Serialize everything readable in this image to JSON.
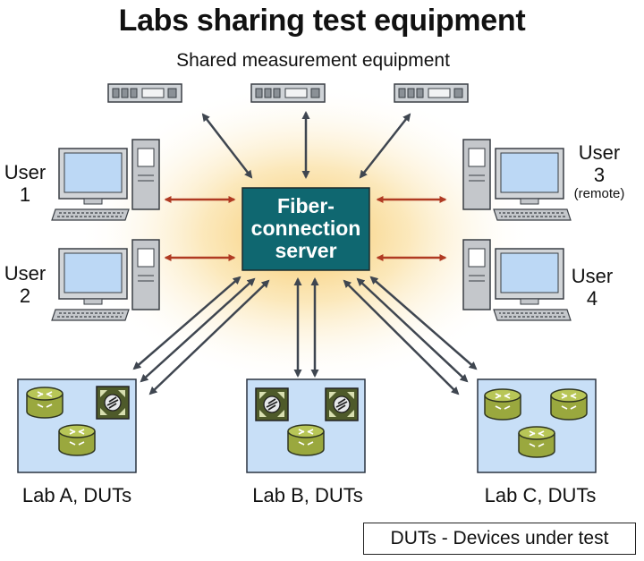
{
  "title": "Labs sharing test equipment",
  "subtitle": "Shared measurement equipment",
  "server": {
    "line1": "Fiber-",
    "line2": "connection",
    "line3": "server"
  },
  "users": [
    {
      "label": "User",
      "number": "1",
      "note": ""
    },
    {
      "label": "User",
      "number": "2",
      "note": ""
    },
    {
      "label": "User",
      "number": "3",
      "note": "(remote)"
    },
    {
      "label": "User",
      "number": "4",
      "note": ""
    }
  ],
  "labs": [
    {
      "label": "Lab A, DUTs"
    },
    {
      "label": "Lab B, DUTs"
    },
    {
      "label": "Lab C, DUTs"
    }
  ],
  "legend": "DUTs - Devices under test",
  "colors": {
    "server_fill": "#0f6770",
    "glow": "#f6c25a",
    "user_arrow": "#b03a22",
    "gray_arrow": "#3f4650",
    "lab_fill": "#c8dff7",
    "device_fill": "#9aa83e",
    "monitor_screen": "#bcd8f5"
  },
  "icons": [
    "instrument-icon",
    "computer-icon",
    "router-icon",
    "switch-icon"
  ]
}
